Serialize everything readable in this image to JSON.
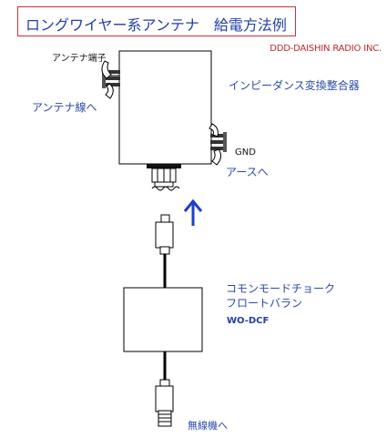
{
  "title": {
    "main": "ロングワイヤー系アンテナ",
    "sub": "給電方法例"
  },
  "company": "DDD-DAISHIN RADIO INC.",
  "labels": {
    "antenna_terminal": "アンテナ端子",
    "impedance_transformer": "インピーダンス変換整合器",
    "to_antenna_wire": "アンテナ線へ",
    "gnd": "GND",
    "to_earth": "アースへ",
    "choke_line1": "コモンモードチョーク",
    "choke_line2": "フロートバラン",
    "model": "WO-DCF",
    "to_radio": "無線機へ"
  },
  "colors": {
    "title_border": "#d03030",
    "title_text": "#1f3fa8",
    "company_text": "#c0282a",
    "label_blue": "#2a4aa8",
    "arrow": "#1f3fc8",
    "line": "#000000"
  },
  "icons": {
    "arrow": "arrow-up-icon",
    "terminal": "wing-nut-terminal-icon",
    "connector": "coax-connector-icon"
  }
}
